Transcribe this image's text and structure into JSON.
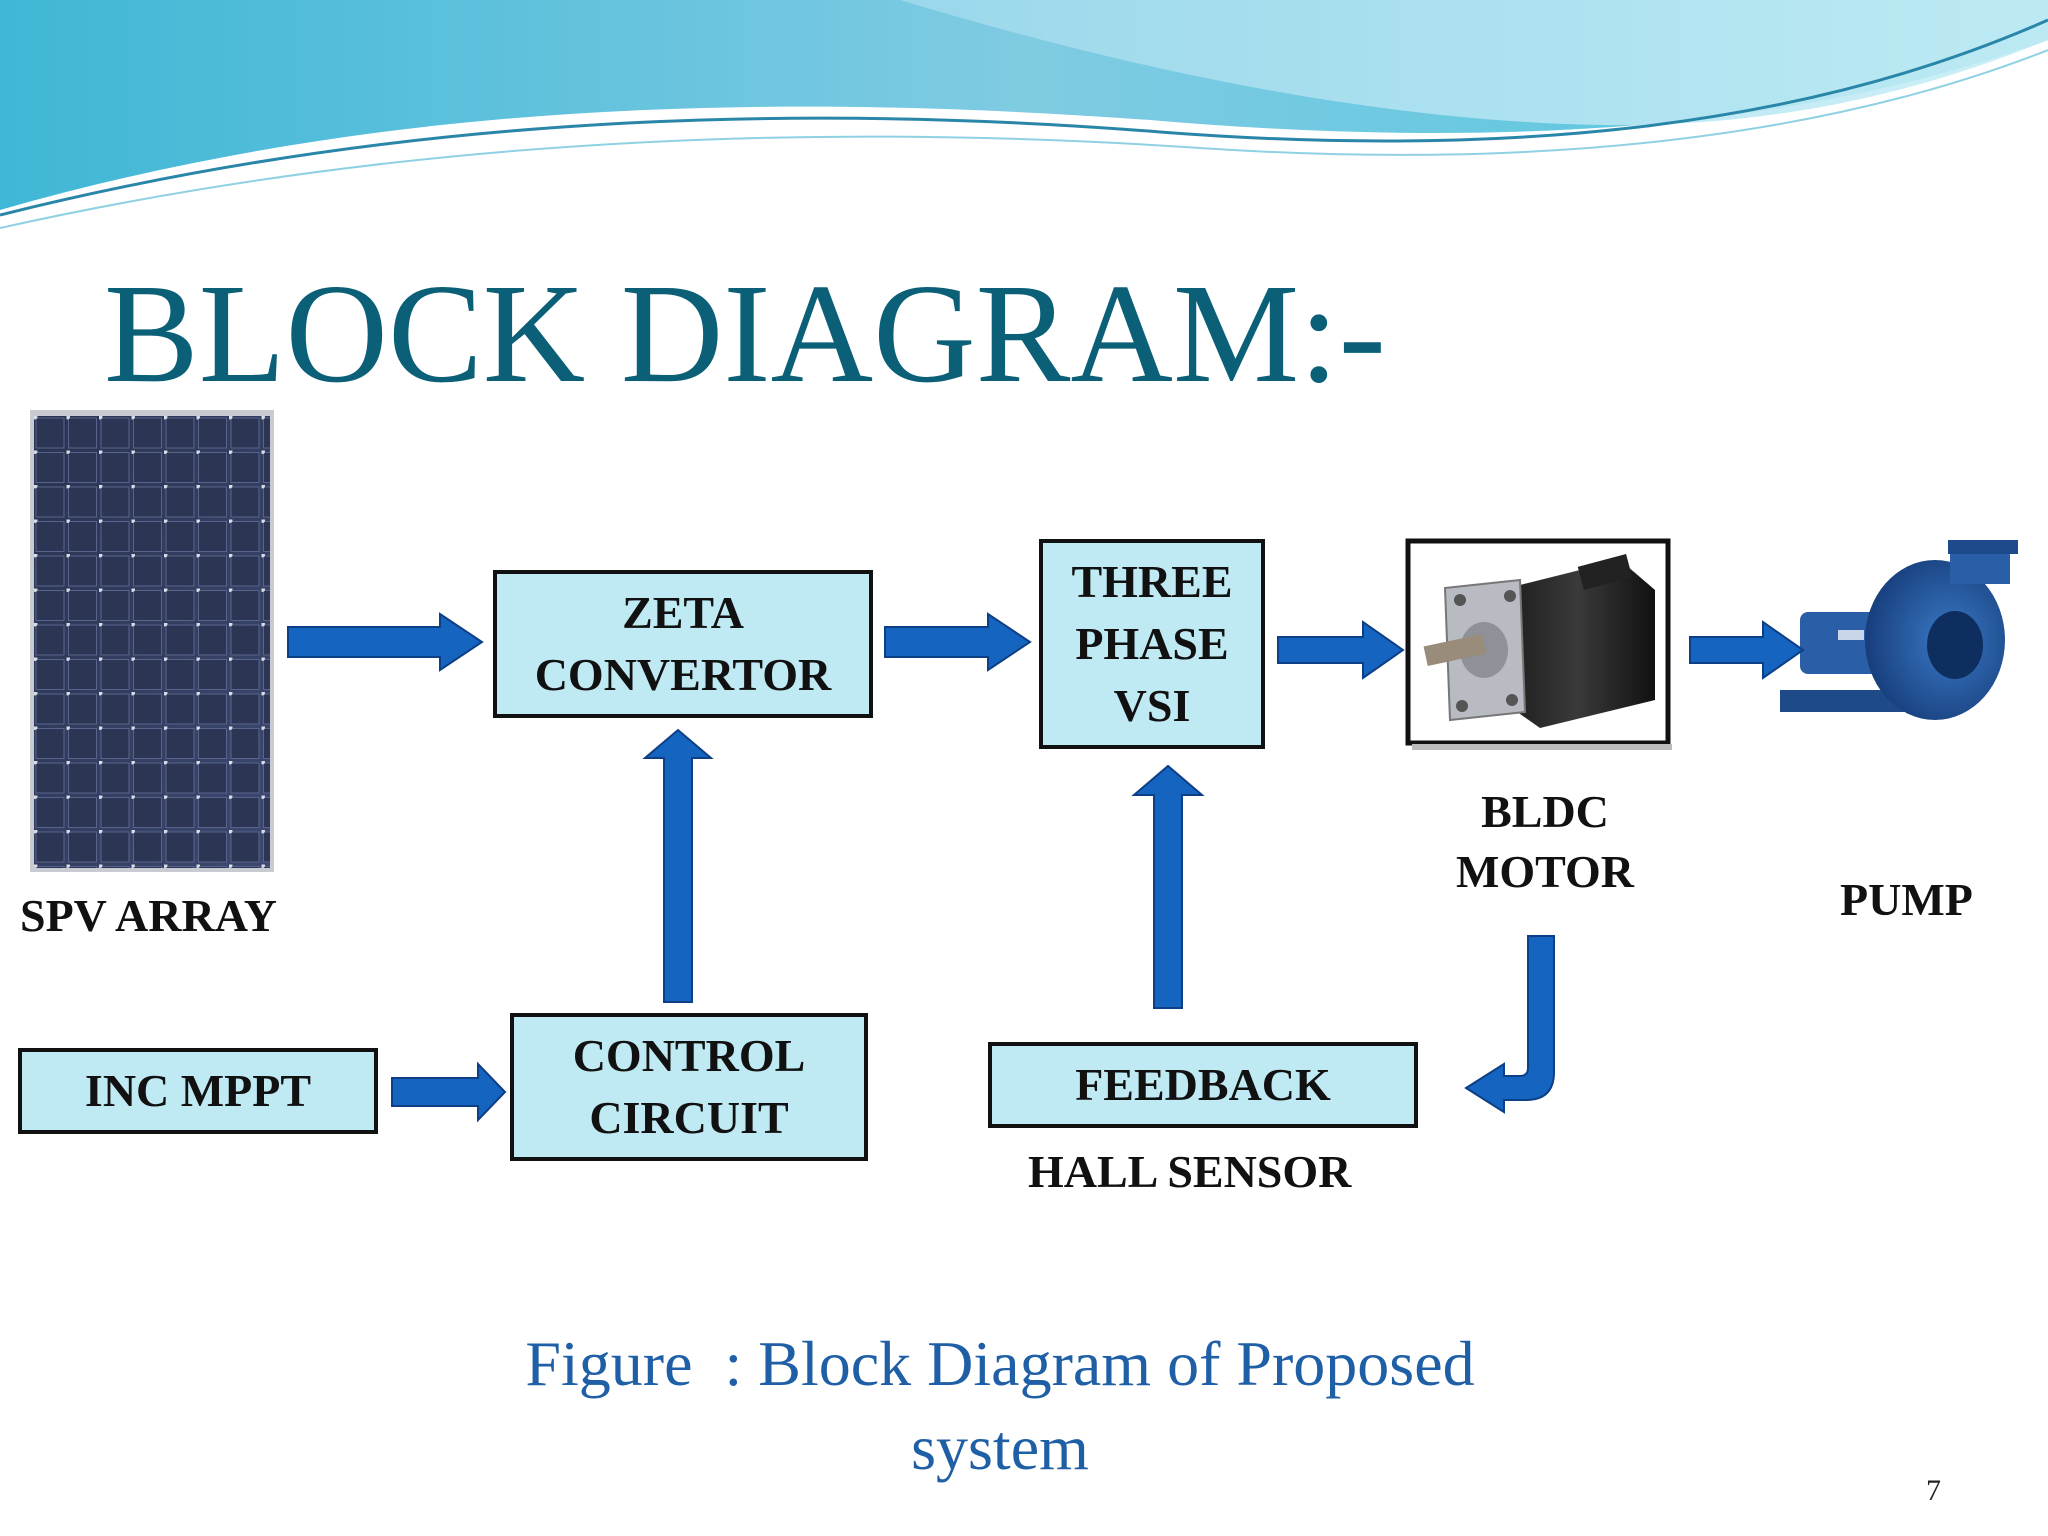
{
  "slide": {
    "title": "BLOCK DIAGRAM:-",
    "page_number": "7"
  },
  "blocks": {
    "zeta": {
      "line1": "ZETA",
      "line2": "CONVERTOR"
    },
    "vsi": {
      "line1": "THREE",
      "line2": "PHASE",
      "line3": "VSI"
    },
    "inc_mppt": {
      "label": "INC MPPT"
    },
    "control": {
      "line1": "CONTROL",
      "line2": "CIRCUIT"
    },
    "feedback": {
      "label": "FEEDBACK"
    }
  },
  "labels": {
    "spv_array": "SPV ARRAY",
    "bldc_line1": "BLDC",
    "bldc_line2": "MOTOR",
    "pump": "PUMP",
    "hall_sensor": "HALL SENSOR"
  },
  "caption": {
    "line1": "Figure  : Block Diagram of Proposed",
    "line2": "system"
  },
  "colors": {
    "title": "#0b6078",
    "block_fill": "#bfe9f3",
    "arrow": "#1565c0",
    "caption": "#1f5fa6"
  }
}
